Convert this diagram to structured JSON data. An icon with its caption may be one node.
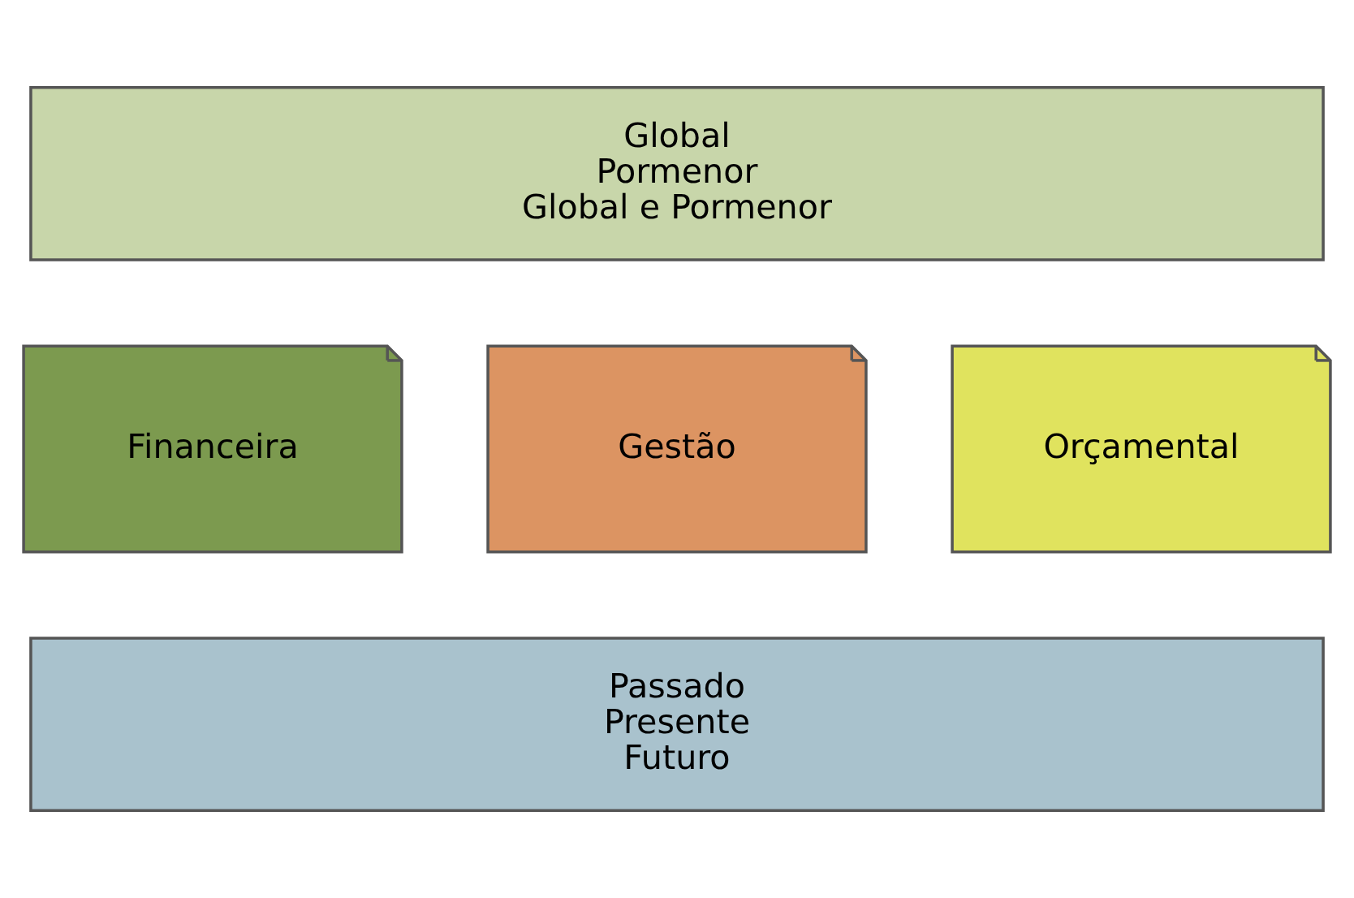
{
  "diagram": {
    "nodes": [
      {
        "text": [
          "Global",
          "Pormenor",
          "Global e Pormenor"
        ]
      },
      {
        "text": [
          "Financeira"
        ]
      },
      {
        "text": [
          "Gestão"
        ]
      },
      {
        "text": [
          "Orçamental"
        ]
      },
      {
        "text": [
          "Passado",
          "Presente",
          "Futuro"
        ]
      }
    ],
    "edges": []
  }
}
